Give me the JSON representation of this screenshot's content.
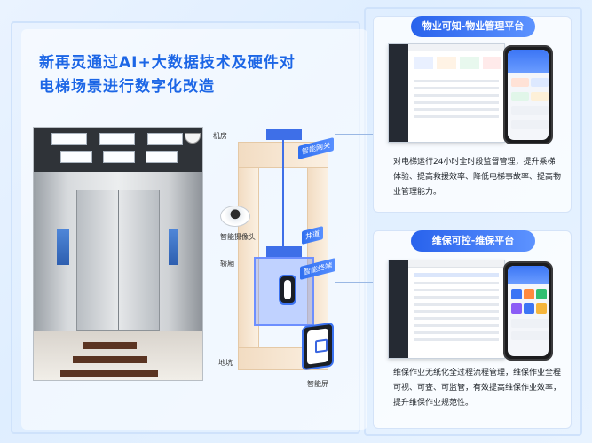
{
  "headline": {
    "line1": "新再灵通过AI+大数据技术及硬件对",
    "line2": "电梯场景进行数字化改造"
  },
  "diagram": {
    "labels": {
      "machine_room": "机房",
      "car_roof": "轿厢",
      "pit": "地坑",
      "smart_gateway": "智能网关",
      "shaft": "井道",
      "smart_terminal": "智能终端",
      "smart_camera": "智能摄像头",
      "smart_screen": "智能屏"
    }
  },
  "cards": [
    {
      "title": "物业可知-物业管理平台",
      "description": "对电梯运行24小时全时段监督管理，提升乘梯体验、提高救援效率、降低电梯事故率、提高物业管理能力。",
      "screen_icons": [
        "dashboard-monitor-icon",
        "mobile-app-icon"
      ]
    },
    {
      "title": "维保可控-维保平台",
      "description": "维保作业无纸化全过程流程管理，维保作业全程可视、可查、可监管，有效提高维保作业效率，提升维保作业规范性。",
      "screen_icons": [
        "maintenance-monitor-icon",
        "mobile-app-icon"
      ]
    }
  ],
  "colors": {
    "accent": "#1c66e6",
    "badge_gradient_start": "#2862ec",
    "badge_gradient_end": "#5d93ff",
    "shaft_wall": "#f2dcc2"
  }
}
